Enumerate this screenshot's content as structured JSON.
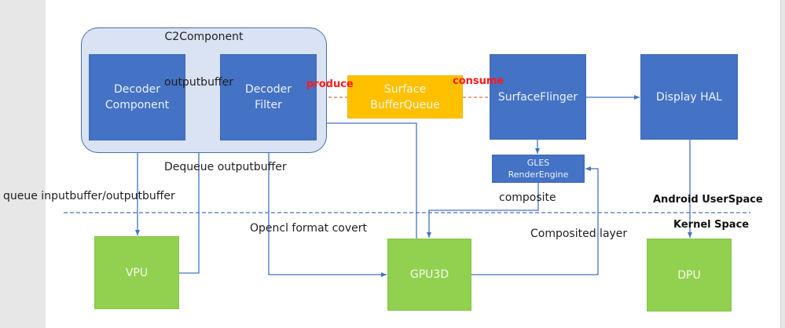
{
  "diagram": {
    "container": {
      "title": "C2Component"
    },
    "nodes": {
      "decoder_component": {
        "label_line1": "Decoder",
        "label_line2": "Component"
      },
      "decoder_filter": {
        "label_line1": "Decoder",
        "label_line2": "Filter"
      },
      "surface_bufferqueue": {
        "label_line1": "Surface",
        "label_line2": "BufferQueue"
      },
      "surfaceflinger": {
        "label": "SurfaceFlinger"
      },
      "display_hal": {
        "label": "Display HAL"
      },
      "gles_renderengine": {
        "label_line1": "GLES",
        "label_line2": "RenderEngine"
      },
      "vpu": {
        "label": "VPU"
      },
      "gpu3d": {
        "label": "GPU3D"
      },
      "dpu": {
        "label": "DPU"
      }
    },
    "edge_labels": {
      "outputbuffer": "outputbuffer",
      "produce": "produce",
      "consume": "consume",
      "dequeue_outputbuffer": "Dequeue outputbuffer",
      "queue_buffers": "queue inputbuffer/outputbuffer",
      "composite": "composite",
      "opencl_format_convert": "Opencl format covert",
      "composited_layer": "Composited layer"
    },
    "regions": {
      "user_space": "Android UserSpace",
      "kernel_space": "Kernel Space"
    },
    "colors": {
      "blue_node": "#4472c4",
      "green_node": "#92d050",
      "orange_node": "#ffc000",
      "container_fill": "#dae3f3",
      "connector": "#4472c4",
      "dashed_producer_consumer": "#d0743c",
      "emphasis_text": "#ff1a1a"
    }
  }
}
